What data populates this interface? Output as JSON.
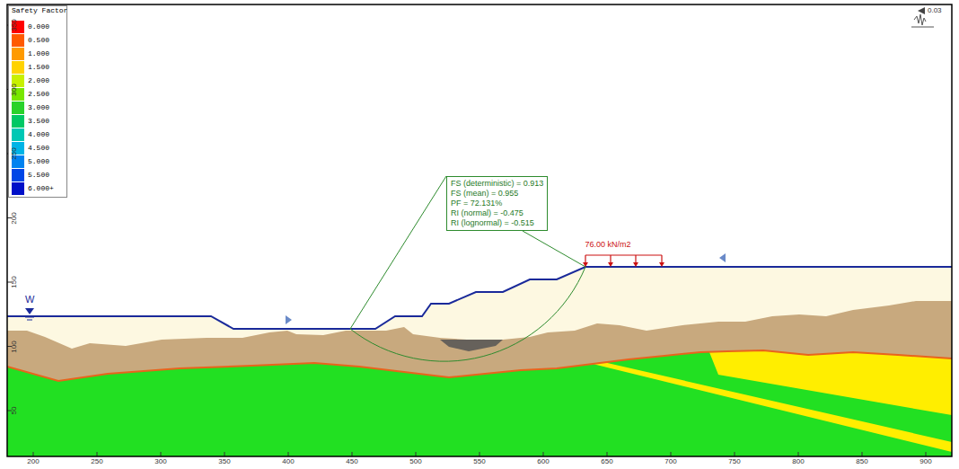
{
  "diagram": {
    "nodes": [
      {
        "text": [
          "FS (deterministic) = 0.913",
          "FS (mean) = 0.955",
          "PF = 72.131%",
          "RI (normal) = -0.475",
          "RI (lognormal) = -0.515"
        ]
      }
    ],
    "labels": [
      "Safety Factor",
      "76.00 kN/m2",
      "W",
      "0.03",
      "200",
      "250",
      "300",
      "350",
      "400",
      "450",
      "500",
      "550",
      "600",
      "650",
      "700",
      "750",
      "800",
      "850",
      "900",
      "50",
      "100",
      "150",
      "200",
      "250",
      "300",
      "350"
    ],
    "legend": [
      {
        "text": "0.000",
        "color": "#ff0000"
      },
      {
        "text": "0.500",
        "color": "#ff5a00"
      },
      {
        "text": "1.000",
        "color": "#ff9a00"
      },
      {
        "text": "1.500",
        "color": "#ffd200"
      },
      {
        "text": "2.000",
        "color": "#c8f000"
      },
      {
        "text": "2.500",
        "color": "#78e600"
      },
      {
        "text": "3.000",
        "color": "#2ad22a"
      },
      {
        "text": "3.500",
        "color": "#00c864"
      },
      {
        "text": "4.000",
        "color": "#00c8b4"
      },
      {
        "text": "4.500",
        "color": "#00b4e6"
      },
      {
        "text": "5.000",
        "color": "#0082f0"
      },
      {
        "text": "5.500",
        "color": "#0046e6"
      },
      {
        "text": "6.000+",
        "color": "#0010c8"
      }
    ]
  }
}
